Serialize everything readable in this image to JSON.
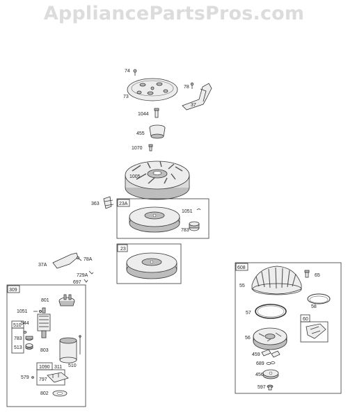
{
  "watermark": "AppliancePartsPros.com",
  "parts": {
    "p74": "74",
    "p73": "73",
    "p78": "78",
    "p37": "37",
    "p1044": "1044",
    "p455": "455",
    "p1070": "1070",
    "p1005": "1005",
    "p363": "363",
    "p23a": "23A",
    "p1051": "1051",
    "p783": "783",
    "p23": "23",
    "p37a": "37A",
    "p78a": "78A",
    "p729a": "729A",
    "p697": "697"
  },
  "starter_group": {
    "box_label": "309",
    "parts": {
      "p801": "801",
      "p1051": "1051",
      "p544": "544",
      "p510box": "510",
      "p783": "783",
      "p513": "513",
      "p803": "803",
      "p510": "510",
      "p1090": "1090",
      "p311": "311",
      "p579": "579",
      "p797": "797",
      "p802": "802"
    }
  },
  "recoil_group": {
    "box_label": "608",
    "parts": {
      "p65": "65",
      "p55": "55",
      "p58": "58",
      "p57": "57",
      "p60": "60",
      "p56": "56",
      "p459": "459",
      "p689": "689",
      "p456": "456",
      "p597": "597"
    }
  }
}
